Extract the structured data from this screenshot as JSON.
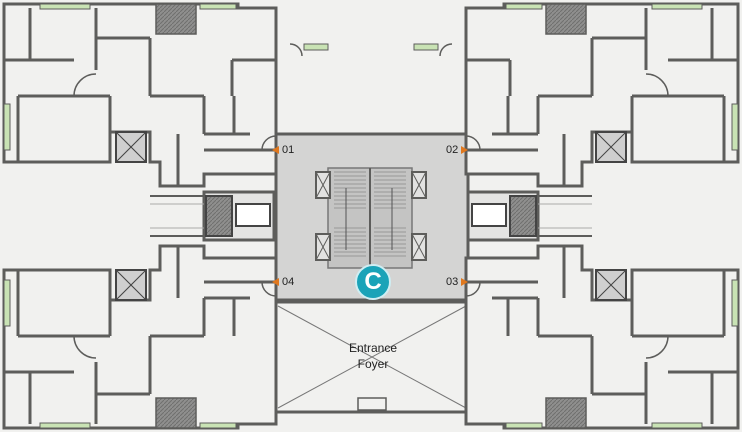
{
  "core_label": "C",
  "foyer": {
    "line1": "Entrance",
    "line2": "Foyer"
  },
  "units": [
    {
      "id": "u01",
      "label": "01",
      "arrow": "left"
    },
    {
      "id": "u02",
      "label": "02",
      "arrow": "right"
    },
    {
      "id": "u03",
      "label": "03",
      "arrow": "right"
    },
    {
      "id": "u04",
      "label": "04",
      "arrow": "left"
    }
  ],
  "colors": {
    "wall": "#5d5d5b",
    "floor": "#f1f1ef",
    "core_floor": "#d4d4d3",
    "balcony": "#c9e3b4",
    "badge": "#1aa3b8",
    "arrow": "#e0781e"
  }
}
